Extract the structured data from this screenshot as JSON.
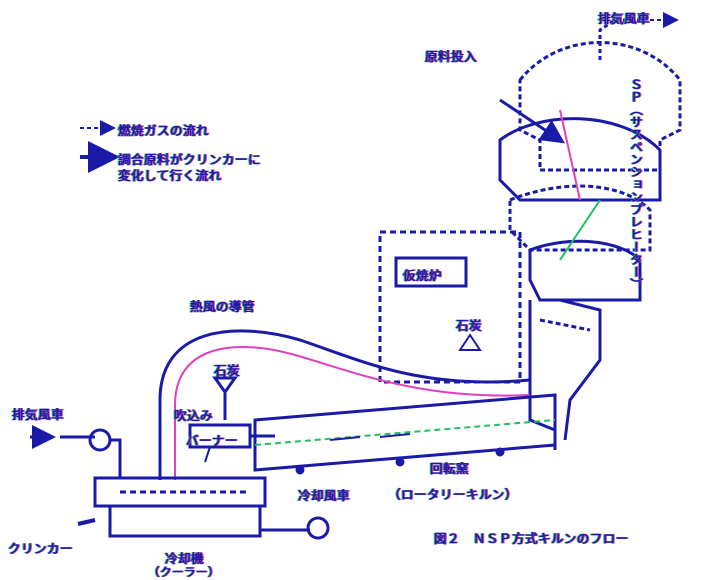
{
  "legend": {
    "gas_flow": "燃焼ガスの流れ",
    "material_flow_line1": "調合原料がクリンカーに",
    "material_flow_line2": "変化して行く流れ"
  },
  "labels": {
    "exhaust_top": "排気風車",
    "raw_feed": "原料投入",
    "suspension_preheater": "ＳＰ（サスペンションプレヒーター）",
    "calciner": "仮焼炉",
    "stone_coal_a": "石炭",
    "hot_air_duct": "熱風の導管",
    "stone_coal_b": "石炭",
    "blow_in": "吹込み",
    "burner": "バーナー",
    "exhaust_left": "排気風車",
    "cooling_fan": "冷却風車",
    "rotary_kiln": "回転窯",
    "rotary_kiln_reading": "（ロータリーキルン）",
    "clinker": "クリンカー",
    "cooler": "冷却機",
    "cooler_reading": "（クーラー）"
  },
  "caption": "図２　ＮＳＰ方式キルンのフロー",
  "colors": {
    "ink": "#1a1aa8",
    "magenta": "#e040c0",
    "green": "#20c060"
  }
}
